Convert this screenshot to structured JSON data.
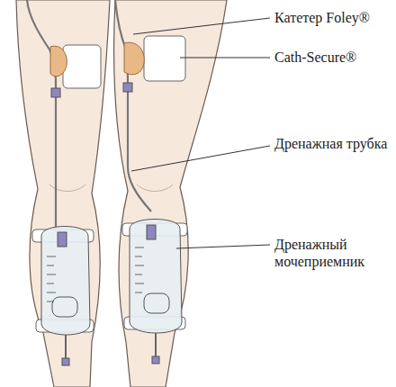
{
  "diagram": {
    "labels": [
      "Катетер Foley®",
      "Cath-Secure®",
      "Дренажная трубка",
      "Дренажный мочеприемник"
    ]
  }
}
